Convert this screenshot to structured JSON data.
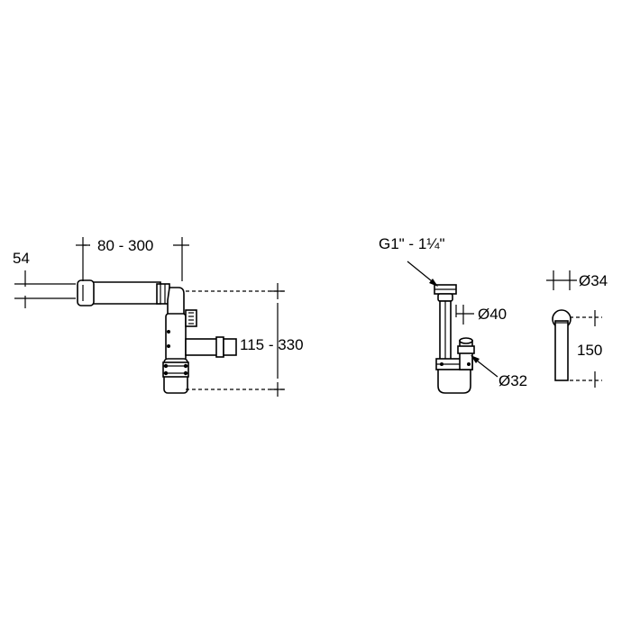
{
  "labels": {
    "left_height_54": "54",
    "left_width_range": "80 - 300",
    "left_depth_range": "115 - 330",
    "thread_size": "G1\"  - 1¼\"",
    "diameter_40": "Ø40",
    "diameter_32": "Ø32",
    "diameter_34": "Ø34",
    "length_150": "150"
  },
  "colors": {
    "line": "#000000",
    "background": "#ffffff"
  }
}
